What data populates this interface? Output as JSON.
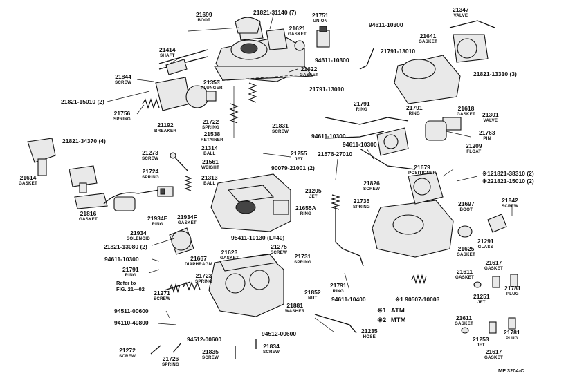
{
  "labels": {
    "p21699": {
      "num": "21699",
      "name": "BOOT"
    },
    "p21821_31140": {
      "num": "21821-31140 (7)",
      "name": ""
    },
    "p21751": {
      "num": "21751",
      "name": "UNION"
    },
    "p21621": {
      "num": "21621",
      "name": "GASKET"
    },
    "p94611_top": {
      "num": "94611-10300",
      "name": ""
    },
    "p21347": {
      "num": "21347",
      "name": "VALVE"
    },
    "p21641": {
      "num": "21641",
      "name": "GASKET"
    },
    "p21791_13010_a": {
      "num": "21791-13010",
      "name": ""
    },
    "p21414": {
      "num": "21414",
      "name": "SHAFT"
    },
    "p94611_mid": {
      "num": "94611-10300",
      "name": ""
    },
    "p21821_13310": {
      "num": "21821-13310 (3)",
      "name": ""
    },
    "p21622": {
      "num": "21622",
      "name": "GASKET"
    },
    "p21844": {
      "num": "21844",
      "name": "SCREW"
    },
    "p21353": {
      "num": "21353",
      "name": "PLUNGER"
    },
    "p21791_13010_b": {
      "num": "21791-13010",
      "name": ""
    },
    "p21821_15010_left": {
      "num": "21821-15010 (2)",
      "name": ""
    },
    "p21791_ring_a": {
      "num": "21791",
      "name": "RING"
    },
    "p21791_ring_b": {
      "num": "21791",
      "name": "RING"
    },
    "p21618": {
      "num": "21618",
      "name": "GASKET"
    },
    "p21301": {
      "num": "21301",
      "name": "VALVE"
    },
    "p21756": {
      "num": "21756",
      "name": "SPRING"
    },
    "p21192": {
      "num": "21192",
      "name": "BREAKER"
    },
    "p21722": {
      "num": "21722",
      "name": "SPRING"
    },
    "p21831": {
      "num": "21831",
      "name": "SCREW"
    },
    "p21763": {
      "num": "21763",
      "name": "PIN"
    },
    "p21538": {
      "num": "21538",
      "name": "RETAINER"
    },
    "p94611_low1": {
      "num": "94611-10300",
      "name": ""
    },
    "p94611_low2": {
      "num": "94611-10300",
      "name": ""
    },
    "p21209": {
      "num": "21209",
      "name": "FLOAT"
    },
    "p21821_34370": {
      "num": "21821-34370 (4)",
      "name": ""
    },
    "p21314": {
      "num": "21314",
      "name": "BALL"
    },
    "p21255": {
      "num": "21255",
      "name": "JET"
    },
    "p21576": {
      "num": "21576-27010",
      "name": ""
    },
    "p21273": {
      "num": "21273",
      "name": "SCREW"
    },
    "p21561": {
      "num": "21561",
      "name": "WEIGHT"
    },
    "p90079": {
      "num": "90079-21001 (2)",
      "name": ""
    },
    "p21679": {
      "num": "21679",
      "name": "POSITIONER"
    },
    "p21724": {
      "num": "21724",
      "name": "SPRING"
    },
    "p21821_38310": {
      "num": "※121821-38310 (2)",
      "name": ""
    },
    "p21821_15010_right": {
      "num": "※221821-15010 (2)",
      "name": ""
    },
    "p21614": {
      "num": "21614",
      "name": "GASKET"
    },
    "p21313": {
      "num": "21313",
      "name": "BALL"
    },
    "p21826": {
      "num": "21826",
      "name": "SCREW"
    },
    "p21205": {
      "num": "21205",
      "name": "JET"
    },
    "p21735": {
      "num": "21735",
      "name": "SPRING"
    },
    "p21842": {
      "num": "21842",
      "name": "SCREW"
    },
    "p21697": {
      "num": "21697",
      "name": "BOOT"
    },
    "p21655A": {
      "num": "21655A",
      "name": "RING"
    },
    "p21816": {
      "num": "21816",
      "name": "GASKET"
    },
    "p21934E": {
      "num": "21934E",
      "name": "RING"
    },
    "p21934F": {
      "num": "21934F",
      "name": "GASKET"
    },
    "p21934": {
      "num": "21934",
      "name": "SOLENOID"
    },
    "p95411": {
      "num": "95411-10130 (L=40)",
      "name": ""
    },
    "p21291": {
      "num": "21291",
      "name": "GLASS"
    },
    "p21821_13080": {
      "num": "21821-13080 (2)",
      "name": ""
    },
    "p21275": {
      "num": "21275",
      "name": "SCREW"
    },
    "p21625": {
      "num": "21625",
      "name": "GASKET"
    },
    "p21623": {
      "num": "21623",
      "name": "GASKET"
    },
    "p21667": {
      "num": "21667",
      "name": "DIAPHRAGM"
    },
    "p21731": {
      "num": "21731",
      "name": "SPRING"
    },
    "p94611_left": {
      "num": "94611-10300",
      "name": ""
    },
    "p21791_ring_c": {
      "num": "21791",
      "name": "RING"
    },
    "p21611_a": {
      "num": "21611",
      "name": "GASKET"
    },
    "p21617_a": {
      "num": "21617",
      "name": "GASKET"
    },
    "p21723": {
      "num": "21723",
      "name": "SPRING"
    },
    "p21781_a": {
      "num": "21781",
      "name": "PLUG"
    },
    "p21271": {
      "num": "21271",
      "name": "SCREW"
    },
    "p21852": {
      "num": "21852",
      "name": "NUT"
    },
    "p21791_ring_d": {
      "num": "21791",
      "name": "RING"
    },
    "p94611_10400": {
      "num": "94611-10400",
      "name": ""
    },
    "p90507": {
      "num": "※1 90507-10003",
      "name": ""
    },
    "p21251": {
      "num": "21251",
      "name": "JET"
    },
    "p21881": {
      "num": "21881",
      "name": "WASHER"
    },
    "p94511": {
      "num": "94511-00600",
      "name": ""
    },
    "p94110": {
      "num": "94110-40800",
      "name": ""
    },
    "p21611_b": {
      "num": "21611",
      "name": "GASKET"
    },
    "p21781_b": {
      "num": "21781",
      "name": "PLUG"
    },
    "p21235": {
      "num": "21235",
      "name": "HOSE"
    },
    "p94512_a": {
      "num": "94512-00600",
      "name": ""
    },
    "p94512_b": {
      "num": "94512-00600",
      "name": ""
    },
    "p21253": {
      "num": "21253",
      "name": "JET"
    },
    "p21617_b": {
      "num": "21617",
      "name": "GASKET"
    },
    "p21834": {
      "num": "21834",
      "name": "SCREW"
    },
    "p21272": {
      "num": "21272",
      "name": "SCREW"
    },
    "p21726": {
      "num": "21726",
      "name": "SPRING"
    },
    "p21835": {
      "num": "21835",
      "name": "SCREW"
    }
  },
  "refer": {
    "line1": "Refer to",
    "line2": "FIG. 21—02"
  },
  "legend": {
    "atm": {
      "mark": "※1",
      "text": "ATM"
    },
    "mtm": {
      "mark": "※2",
      "text": "MTM"
    }
  },
  "figure_code": "MF  3204-C"
}
